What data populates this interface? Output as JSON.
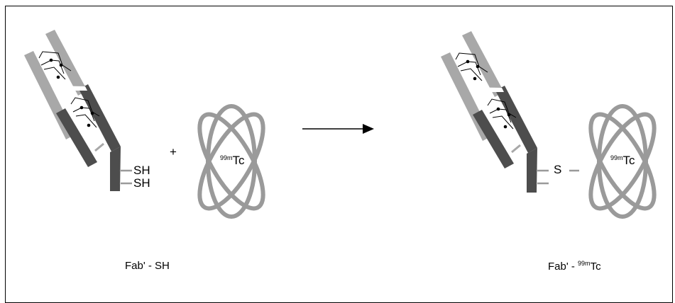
{
  "colors": {
    "light_gray": "#a8a8a8",
    "dark_gray": "#4d4d4d",
    "atom_gray": "#9a9a9a",
    "line": "#000000"
  },
  "icons": [
    "fab-fragment-icon",
    "atom-icon",
    "reaction-arrow-icon"
  ],
  "left": {
    "sh_top": "SH",
    "sh_bottom": "SH",
    "caption_main": "Fab' - SH"
  },
  "plus": "+",
  "atom_left": {
    "sup": "99m",
    "symbol": "Tc"
  },
  "right": {
    "s_label": "S",
    "caption_main": "Fab' - ",
    "caption_sup": "99m",
    "caption_symbol": "Tc"
  },
  "atom_right": {
    "sup": "99m",
    "symbol": "Tc"
  }
}
